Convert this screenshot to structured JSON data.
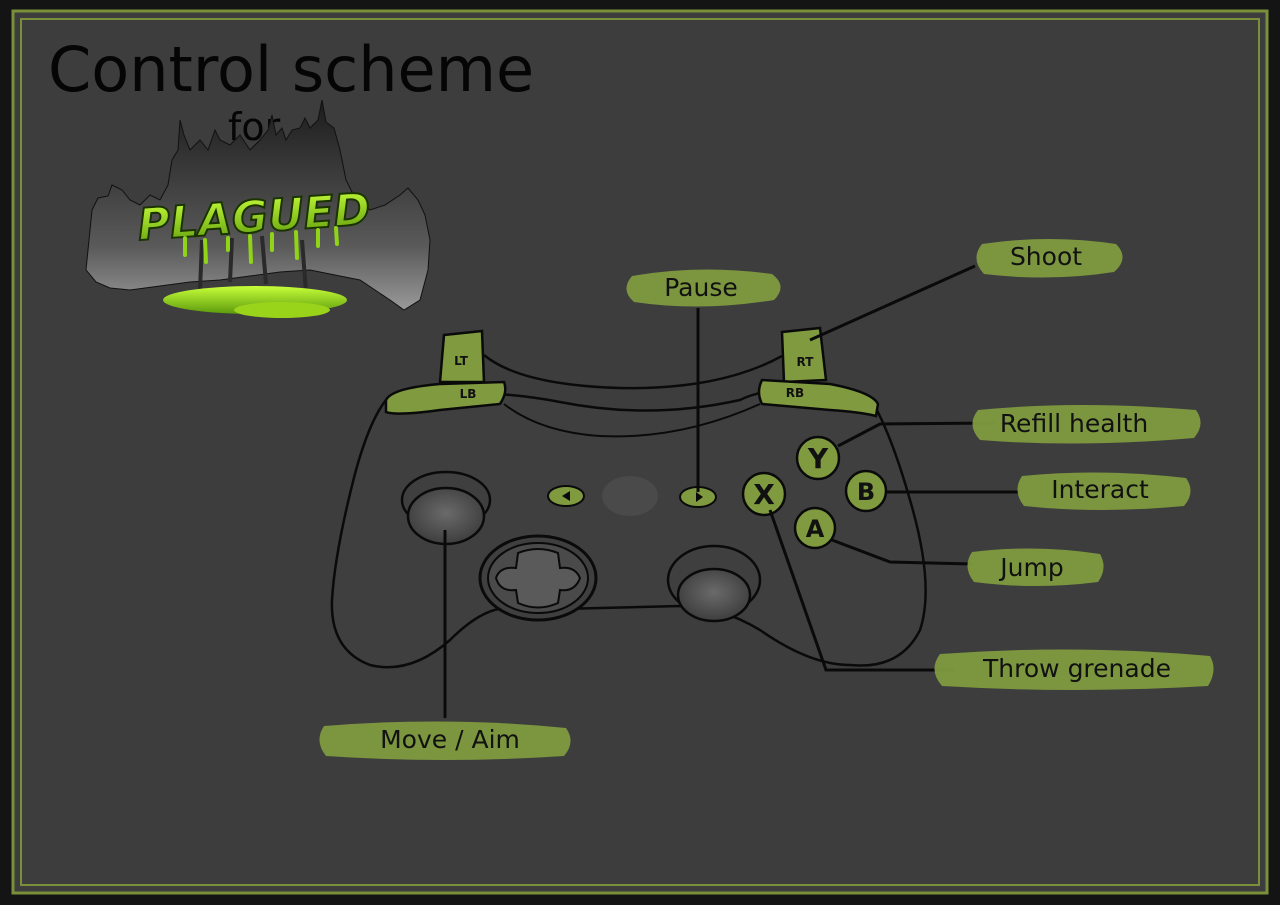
{
  "title": {
    "line1": "Control scheme",
    "line2": "for",
    "logo": "PLAGUED"
  },
  "colors": {
    "frame_bg": "#3d3d3d",
    "frame_border": "#7a8f3a",
    "accent_green": "#7f9a3f",
    "slime": "#a8e21b",
    "outline": "#0a0a0a"
  },
  "controller": {
    "lt": "LT",
    "rt": "RT",
    "lb": "LB",
    "rb": "RB",
    "y": "Y",
    "b": "B",
    "a": "A",
    "x": "X"
  },
  "labels": {
    "pause": "Pause",
    "shoot": "Shoot",
    "refill_health": "Refill health",
    "interact": "Interact",
    "jump": "Jump",
    "throw_grenade": "Throw grenade",
    "move_aim": "Move / Aim"
  }
}
